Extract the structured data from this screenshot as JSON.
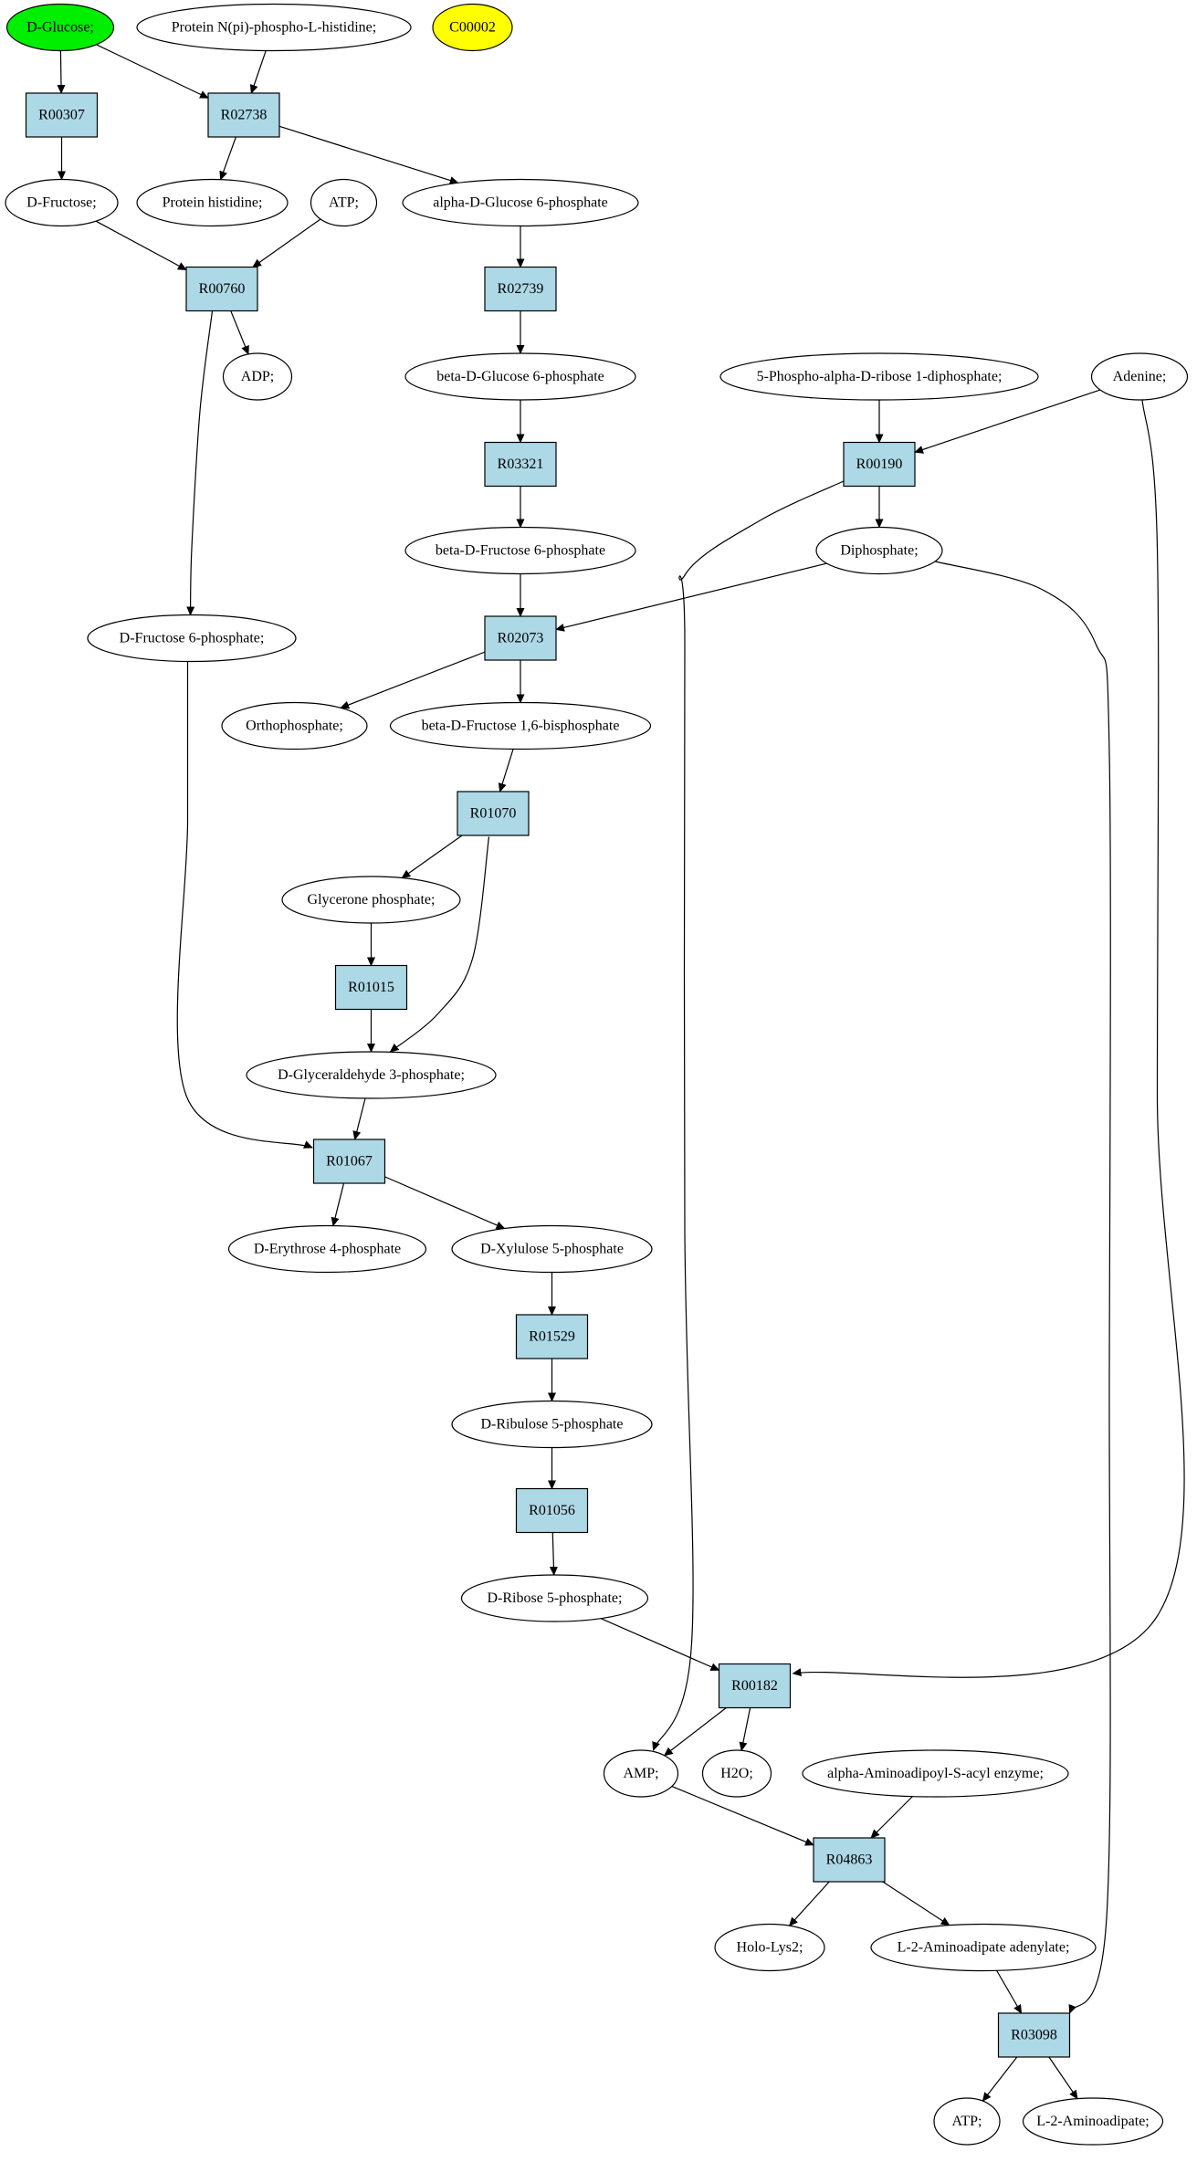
{
  "colors": {
    "reaction_fill": "#add8e6",
    "compound_fill": "#ffffff",
    "start_fill": "#00ee00",
    "highlight_fill": "#ffff00",
    "line": "#000000"
  },
  "nodes": [
    {
      "id": "d_glucose",
      "label": "D-Glucose;",
      "type": "compound",
      "fill": "start"
    },
    {
      "id": "protein_npi",
      "label": "Protein N(pi)-phospho-L-histidine;",
      "type": "compound"
    },
    {
      "id": "c00002",
      "label": "C00002",
      "type": "compound",
      "fill": "highlight"
    },
    {
      "id": "R00307",
      "label": "R00307",
      "type": "reaction"
    },
    {
      "id": "R02738",
      "label": "R02738",
      "type": "reaction"
    },
    {
      "id": "d_fructose",
      "label": "D-Fructose;",
      "type": "compound"
    },
    {
      "id": "protein_histidine",
      "label": "Protein histidine;",
      "type": "compound"
    },
    {
      "id": "atp_top",
      "label": "ATP;",
      "type": "compound"
    },
    {
      "id": "a_g6p",
      "label": "alpha-D-Glucose 6-phosphate",
      "type": "compound"
    },
    {
      "id": "R00760",
      "label": "R00760",
      "type": "reaction"
    },
    {
      "id": "R02739",
      "label": "R02739",
      "type": "reaction"
    },
    {
      "id": "adp",
      "label": "ADP;",
      "type": "compound"
    },
    {
      "id": "b_g6p",
      "label": "beta-D-Glucose 6-phosphate",
      "type": "compound"
    },
    {
      "id": "prpp",
      "label": "5-Phospho-alpha-D-ribose 1-diphosphate;",
      "type": "compound"
    },
    {
      "id": "adenine",
      "label": "Adenine;",
      "type": "compound"
    },
    {
      "id": "R03321",
      "label": "R03321",
      "type": "reaction"
    },
    {
      "id": "R00190",
      "label": "R00190",
      "type": "reaction"
    },
    {
      "id": "b_f6p",
      "label": "beta-D-Fructose 6-phosphate",
      "type": "compound"
    },
    {
      "id": "diphosphate",
      "label": "Diphosphate;",
      "type": "compound"
    },
    {
      "id": "d_f6p",
      "label": "D-Fructose 6-phosphate;",
      "type": "compound"
    },
    {
      "id": "R02073",
      "label": "R02073",
      "type": "reaction"
    },
    {
      "id": "orthophosphate",
      "label": "Orthophosphate;",
      "type": "compound"
    },
    {
      "id": "b_fbp",
      "label": "beta-D-Fructose 1,6-bisphosphate",
      "type": "compound"
    },
    {
      "id": "R01070",
      "label": "R01070",
      "type": "reaction"
    },
    {
      "id": "glycerone_p",
      "label": "Glycerone phosphate;",
      "type": "compound"
    },
    {
      "id": "R01015",
      "label": "R01015",
      "type": "reaction"
    },
    {
      "id": "g3p",
      "label": "D-Glyceraldehyde 3-phosphate;",
      "type": "compound"
    },
    {
      "id": "R01067",
      "label": "R01067",
      "type": "reaction"
    },
    {
      "id": "e4p",
      "label": "D-Erythrose 4-phosphate",
      "type": "compound"
    },
    {
      "id": "xu5p",
      "label": "D-Xylulose 5-phosphate",
      "type": "compound"
    },
    {
      "id": "R01529",
      "label": "R01529",
      "type": "reaction"
    },
    {
      "id": "ru5p",
      "label": "D-Ribulose 5-phosphate",
      "type": "compound"
    },
    {
      "id": "R01056",
      "label": "R01056",
      "type": "reaction"
    },
    {
      "id": "r5p",
      "label": "D-Ribose 5-phosphate;",
      "type": "compound"
    },
    {
      "id": "R00182",
      "label": "R00182",
      "type": "reaction"
    },
    {
      "id": "amp",
      "label": "AMP;",
      "type": "compound"
    },
    {
      "id": "h2o",
      "label": "H2O;",
      "type": "compound"
    },
    {
      "id": "aaa_enzyme",
      "label": "alpha-Aminoadipoyl-S-acyl enzyme;",
      "type": "compound"
    },
    {
      "id": "R04863",
      "label": "R04863",
      "type": "reaction"
    },
    {
      "id": "holo_lys2",
      "label": "Holo-Lys2;",
      "type": "compound"
    },
    {
      "id": "l2aa_adenylate",
      "label": "L-2-Aminoadipate adenylate;",
      "type": "compound"
    },
    {
      "id": "R03098",
      "label": "R03098",
      "type": "reaction"
    },
    {
      "id": "atp_bottom",
      "label": "ATP;",
      "type": "compound"
    },
    {
      "id": "l2aa",
      "label": "L-2-Aminoadipate;",
      "type": "compound"
    }
  ],
  "edges": [
    {
      "from": "d_glucose",
      "to": "R00307"
    },
    {
      "from": "d_glucose",
      "to": "R02738"
    },
    {
      "from": "protein_npi",
      "to": "R02738"
    },
    {
      "from": "R00307",
      "to": "d_fructose"
    },
    {
      "from": "R02738",
      "to": "protein_histidine"
    },
    {
      "from": "R02738",
      "to": "a_g6p"
    },
    {
      "from": "d_fructose",
      "to": "R00760"
    },
    {
      "from": "atp_top",
      "to": "R00760"
    },
    {
      "from": "R00760",
      "to": "adp"
    },
    {
      "from": "R00760",
      "to": "d_f6p"
    },
    {
      "from": "a_g6p",
      "to": "R02739"
    },
    {
      "from": "R02739",
      "to": "b_g6p"
    },
    {
      "from": "b_g6p",
      "to": "R03321"
    },
    {
      "from": "R03321",
      "to": "b_f6p"
    },
    {
      "from": "prpp",
      "to": "R00190"
    },
    {
      "from": "adenine",
      "to": "R00190"
    },
    {
      "from": "R00190",
      "to": "diphosphate"
    },
    {
      "from": "R00190",
      "to": "amp"
    },
    {
      "from": "adenine",
      "to": "R00182"
    },
    {
      "from": "b_f6p",
      "to": "R02073"
    },
    {
      "from": "diphosphate",
      "to": "R02073"
    },
    {
      "from": "diphosphate",
      "to": "R03098"
    },
    {
      "from": "R02073",
      "to": "orthophosphate"
    },
    {
      "from": "R02073",
      "to": "b_fbp"
    },
    {
      "from": "b_fbp",
      "to": "R01070"
    },
    {
      "from": "R01070",
      "to": "glycerone_p"
    },
    {
      "from": "R01070",
      "to": "g3p"
    },
    {
      "from": "glycerone_p",
      "to": "R01015"
    },
    {
      "from": "R01015",
      "to": "g3p"
    },
    {
      "from": "d_f6p",
      "to": "R01067"
    },
    {
      "from": "g3p",
      "to": "R01067"
    },
    {
      "from": "R01067",
      "to": "e4p"
    },
    {
      "from": "R01067",
      "to": "xu5p"
    },
    {
      "from": "xu5p",
      "to": "R01529"
    },
    {
      "from": "R01529",
      "to": "ru5p"
    },
    {
      "from": "ru5p",
      "to": "R01056"
    },
    {
      "from": "R01056",
      "to": "r5p"
    },
    {
      "from": "r5p",
      "to": "R00182"
    },
    {
      "from": "R00182",
      "to": "amp"
    },
    {
      "from": "R00182",
      "to": "h2o"
    },
    {
      "from": "amp",
      "to": "R04863"
    },
    {
      "from": "aaa_enzyme",
      "to": "R04863"
    },
    {
      "from": "R04863",
      "to": "holo_lys2"
    },
    {
      "from": "R04863",
      "to": "l2aa_adenylate"
    },
    {
      "from": "l2aa_adenylate",
      "to": "R03098"
    },
    {
      "from": "R03098",
      "to": "atp_bottom"
    },
    {
      "from": "R03098",
      "to": "l2aa"
    }
  ]
}
